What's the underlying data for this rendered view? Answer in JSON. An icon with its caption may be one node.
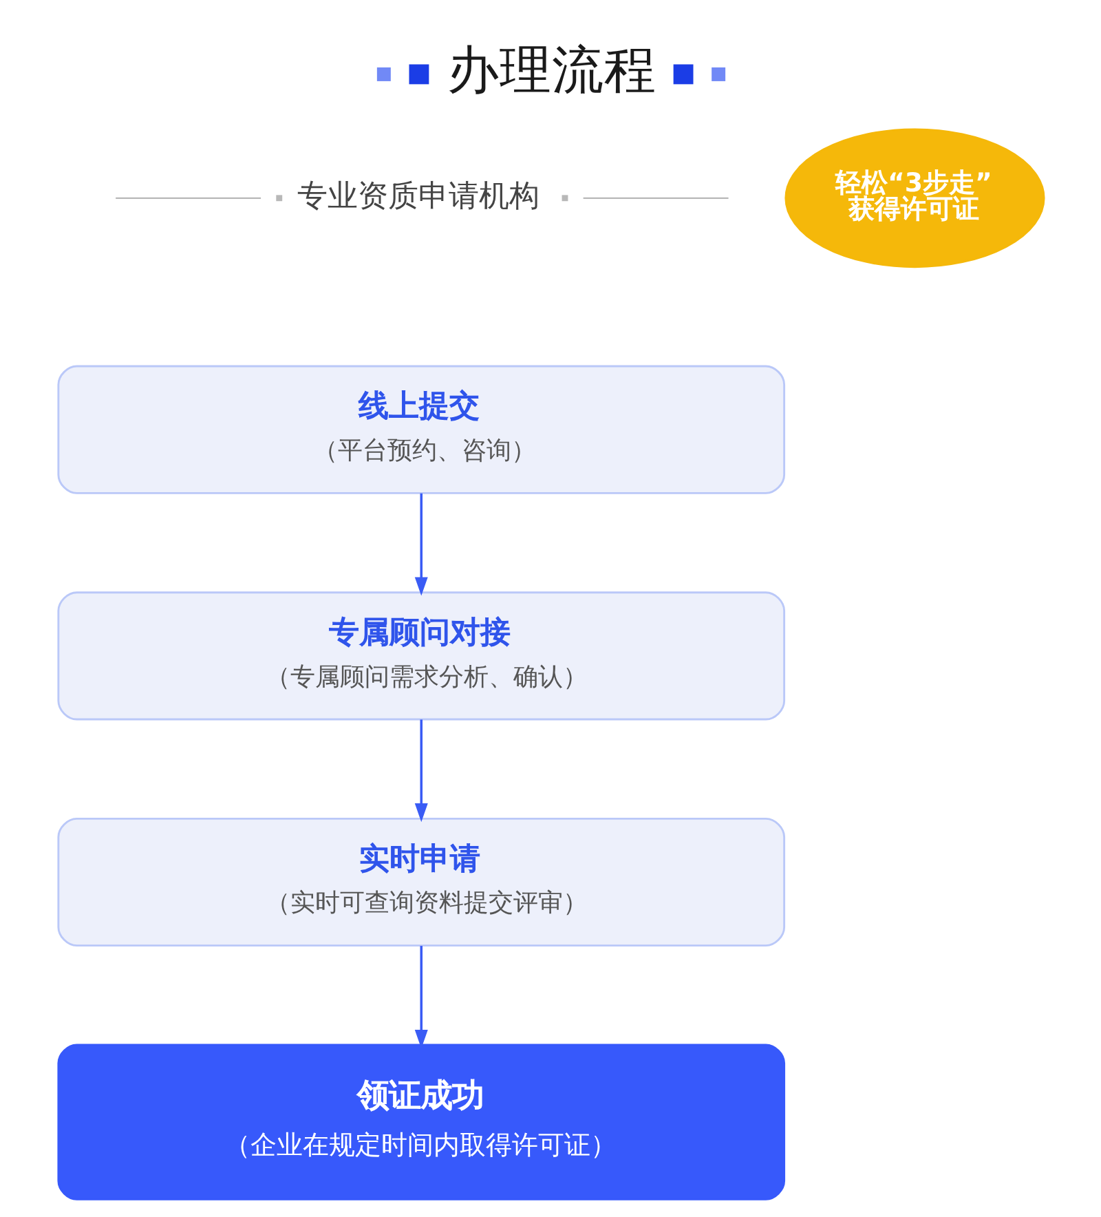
{
  "diagram": {
    "title": "办理流程",
    "nodes": [
      {
        "text": [
          "轻松“3步走”获得许可证"
        ]
      },
      {
        "text": [
          "线上提交",
          "（平台预约、咨询）"
        ]
      },
      {
        "text": [
          "专属顾问对接",
          "（专属顾问需求分析、确认）"
        ]
      },
      {
        "text": [
          "实时申请",
          "（实时可查询资料提交评审）"
        ]
      },
      {
        "text": [
          "领证成功",
          "（企业在规定时间内取得许可证）"
        ]
      }
    ],
    "edges": [
      {
        "from": 1,
        "to": 2,
        "arrow": "to"
      },
      {
        "from": 2,
        "to": 3,
        "arrow": "to"
      },
      {
        "from": 3,
        "to": 4,
        "arrow": "to"
      }
    ],
    "labels": [
      "专业资质申请机构"
    ]
  }
}
